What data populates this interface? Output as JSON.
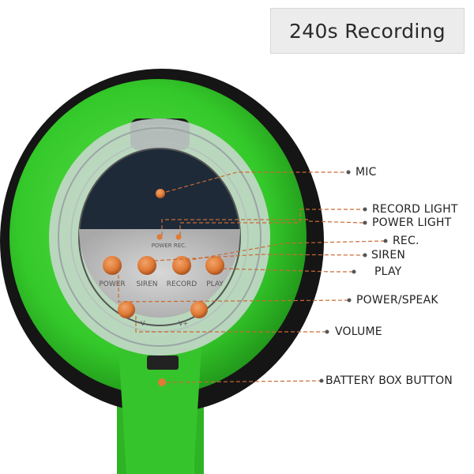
{
  "banner": {
    "title": "240s  Recording"
  },
  "device": {
    "button_labels": [
      "POWER",
      "SIREN",
      "RECORD",
      "PLAY"
    ],
    "light_labels": "POWER REC.",
    "volume_labels": [
      "V-",
      "V+"
    ]
  },
  "callouts": [
    {
      "id": "mic",
      "label": "MIC"
    },
    {
      "id": "record-light",
      "label": "RECORD LIGHT"
    },
    {
      "id": "power-light",
      "label": "POWER LIGHT"
    },
    {
      "id": "rec",
      "label": "REC."
    },
    {
      "id": "siren",
      "label": "SIREN"
    },
    {
      "id": "play",
      "label": "PLAY"
    },
    {
      "id": "power-speak",
      "label": "POWER/SPEAK"
    },
    {
      "id": "volume",
      "label": "VOLUME"
    },
    {
      "id": "battery-box-button",
      "label": "BATTERY BOX BUTTON"
    }
  ],
  "colors": {
    "shell_green": "#34c92a",
    "rim_black": "#151515",
    "button_orange": "#e07a36",
    "leader_line": "#c96a33"
  }
}
